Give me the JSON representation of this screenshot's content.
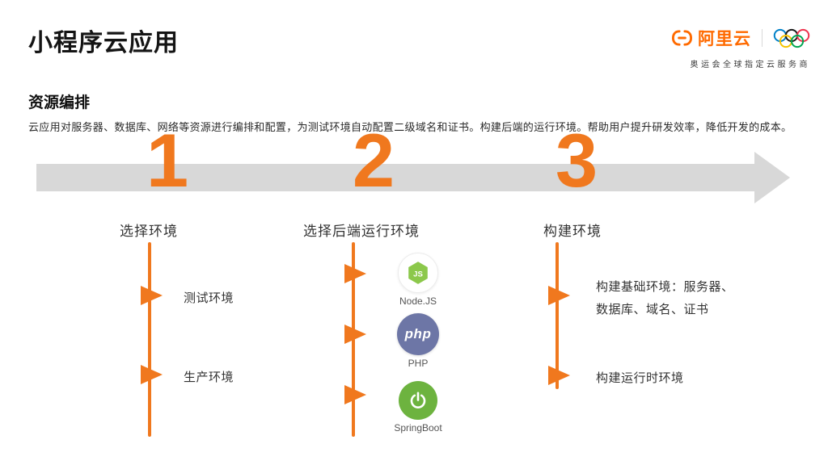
{
  "page": {
    "title": "小程序云应用"
  },
  "brand": {
    "logo_text": "阿里云",
    "tagline": "奥运会全球指定云服务商"
  },
  "section": {
    "heading": "资源编排",
    "description": "云应用对服务器、数据库、网络等资源进行编排和配置，为测试环境自动配置二级域名和证书。构建后端的运行环境。帮助用户提升研发效率，降低开发的成本。"
  },
  "timeline": {
    "steps": [
      {
        "number": "1",
        "title": "选择环境",
        "items": [
          {
            "label": "测试环境"
          },
          {
            "label": "生产环境"
          }
        ]
      },
      {
        "number": "2",
        "title": "选择后端运行环境",
        "items": [
          {
            "label": "Node.JS",
            "icon": "nodejs-hexagon-icon",
            "icon_text": "JS"
          },
          {
            "label": "PHP",
            "icon": "php-circle-icon",
            "icon_text": "php"
          },
          {
            "label": "SpringBoot",
            "icon": "springboot-power-icon"
          }
        ]
      },
      {
        "number": "3",
        "title": "构建环境",
        "items": [
          {
            "label": "构建基础环境：服务器、数据库、域名、证书"
          },
          {
            "label": "构建运行时环境"
          }
        ]
      }
    ]
  },
  "colors": {
    "accent": "#F0781E",
    "arrow_gray": "#D8D8D8",
    "brand_orange": "#FF6A00",
    "nodejs_green": "#8CC84B",
    "php_blue": "#6D76A6",
    "spring_green": "#6DB33F"
  }
}
